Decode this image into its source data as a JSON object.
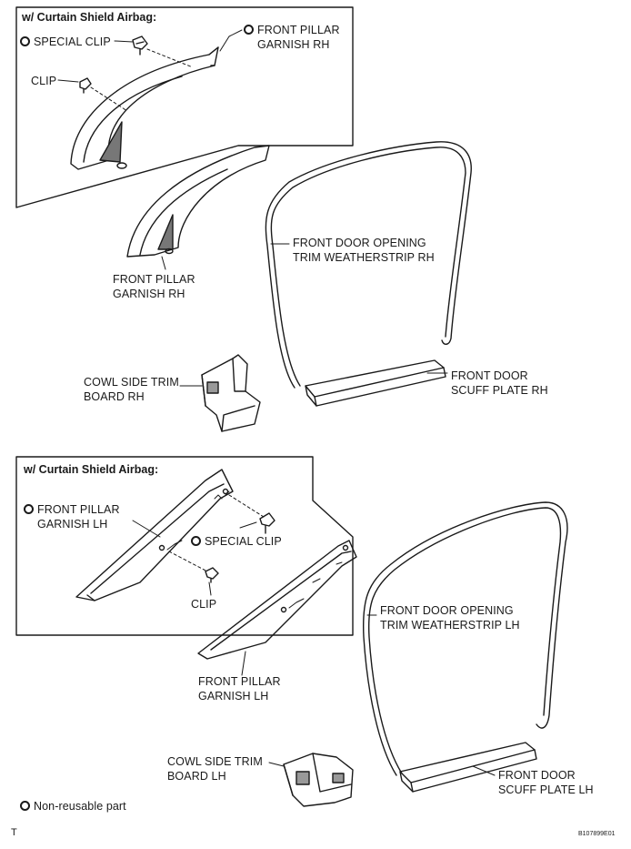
{
  "top_box": {
    "title": "w/ Curtain Shield Airbag:",
    "special_clip": "SPECIAL CLIP",
    "clip": "CLIP",
    "front_pillar_garnish": [
      "FRONT PILLAR",
      "GARNISH RH"
    ]
  },
  "rh": {
    "front_pillar_garnish": [
      "FRONT PILLAR",
      "GARNISH RH"
    ],
    "weatherstrip": [
      "FRONT DOOR OPENING",
      "TRIM WEATHERSTRIP RH"
    ],
    "cowl_side_trim": [
      "COWL SIDE TRIM",
      "BOARD RH"
    ],
    "scuff_plate": [
      "FRONT DOOR",
      "SCUFF PLATE RH"
    ]
  },
  "bottom_box": {
    "title": "w/ Curtain Shield Airbag:",
    "front_pillar_garnish": [
      "FRONT PILLAR",
      "GARNISH LH"
    ],
    "special_clip": "SPECIAL CLIP",
    "clip": "CLIP"
  },
  "lh": {
    "front_pillar_garnish": [
      "FRONT PILLAR",
      "GARNISH LH"
    ],
    "weatherstrip": [
      "FRONT DOOR OPENING",
      "TRIM WEATHERSTRIP LH"
    ],
    "cowl_side_trim": [
      "COWL SIDE TRIM",
      "BOARD LH"
    ],
    "scuff_plate": [
      "FRONT DOOR",
      "SCUFF PLATE LH"
    ]
  },
  "legend": {
    "non_reusable": "Non-reusable part"
  },
  "footer": {
    "left_mark": "T",
    "figure_id": "B107899E01"
  }
}
